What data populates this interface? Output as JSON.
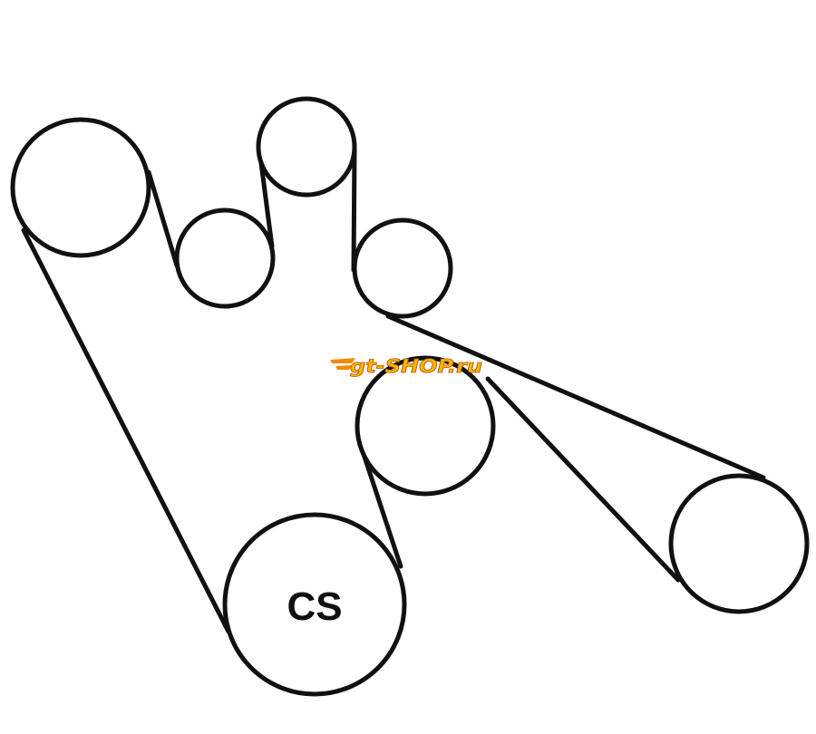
{
  "diagram": {
    "type": "serpentine-belt-routing",
    "crankshaft_label": "CS",
    "pulleys": [
      {
        "id": "pulley-upper-left"
      },
      {
        "id": "pulley-upper-mid-left"
      },
      {
        "id": "pulley-top"
      },
      {
        "id": "pulley-upper-mid-right"
      },
      {
        "id": "pulley-idler-center"
      },
      {
        "id": "pulley-crankshaft",
        "label": "CS"
      },
      {
        "id": "pulley-right"
      }
    ],
    "colors": {
      "stroke": "#111111",
      "background": "#ffffff",
      "logo_orange": "#f28a00",
      "logo_yellow": "#ffd200"
    }
  },
  "watermark": {
    "text": "gt-SHOP.ru"
  }
}
